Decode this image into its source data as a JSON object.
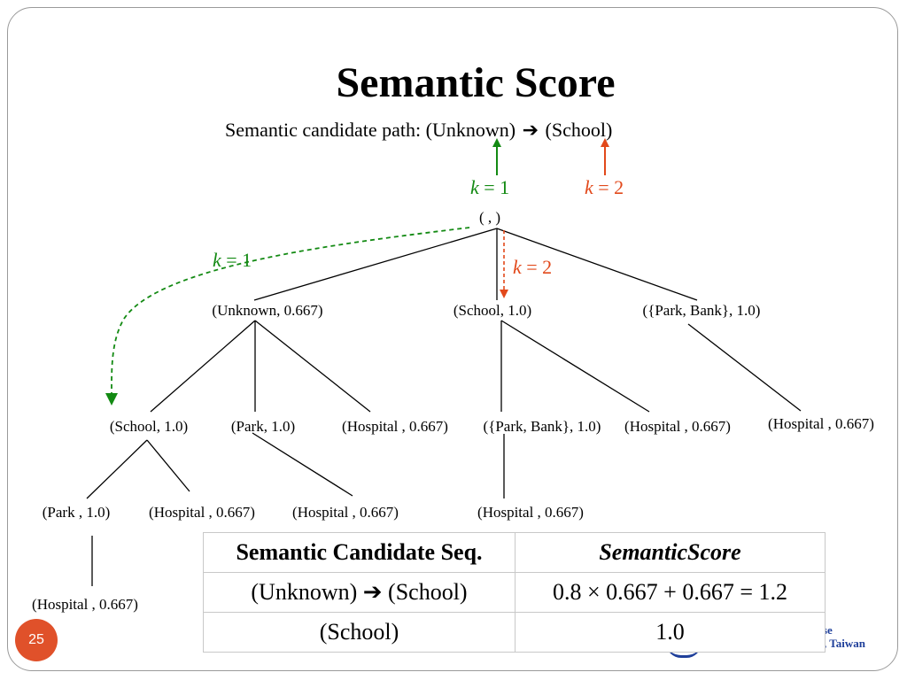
{
  "slide": {
    "title": "Semantic Score",
    "subtitle_prefix": "Semantic candidate path: (Unknown)",
    "subtitle_suffix": "(School)",
    "arrow_glyph": "➔",
    "page_number": "25"
  },
  "labels": {
    "k1_top": "k = 1",
    "k2_top": "k = 2",
    "k1_left": "k = 1",
    "k2_mid": "k = 2"
  },
  "tree": {
    "root": "( , )",
    "level1": [
      "(Unknown, 0.667)",
      "(School, 1.0)",
      "({Park, Bank}, 1.0)"
    ],
    "level2": [
      "(School, 1.0)",
      "(Park, 1.0)",
      "(Hospital , 0.667)",
      "({Park, Bank}, 1.0)",
      "(Hospital , 0.667)",
      "(Hospital , 0.667)"
    ],
    "level3": [
      "(Park , 1.0)",
      "(Hospital , 0.667)",
      "(Hospital , 0.667)",
      "(Hospital , 0.667)"
    ],
    "level4": [
      "(Hospital , 0.667)"
    ]
  },
  "table": {
    "headers": [
      "Semantic Candidate Seq.",
      "SemanticScore"
    ],
    "rows": [
      [
        "(Unknown) ➔ (School)",
        "0.8 × 0.667 + 0.667 = 1.2"
      ],
      [
        "(School)",
        "1.0"
      ]
    ]
  },
  "logo": {
    "line1": "se",
    "line2": ", Taiwan"
  },
  "colors": {
    "green": "#138a13",
    "red": "#e2491b",
    "badge": "#e0512a",
    "logo_blue": "#1f3f9a"
  }
}
